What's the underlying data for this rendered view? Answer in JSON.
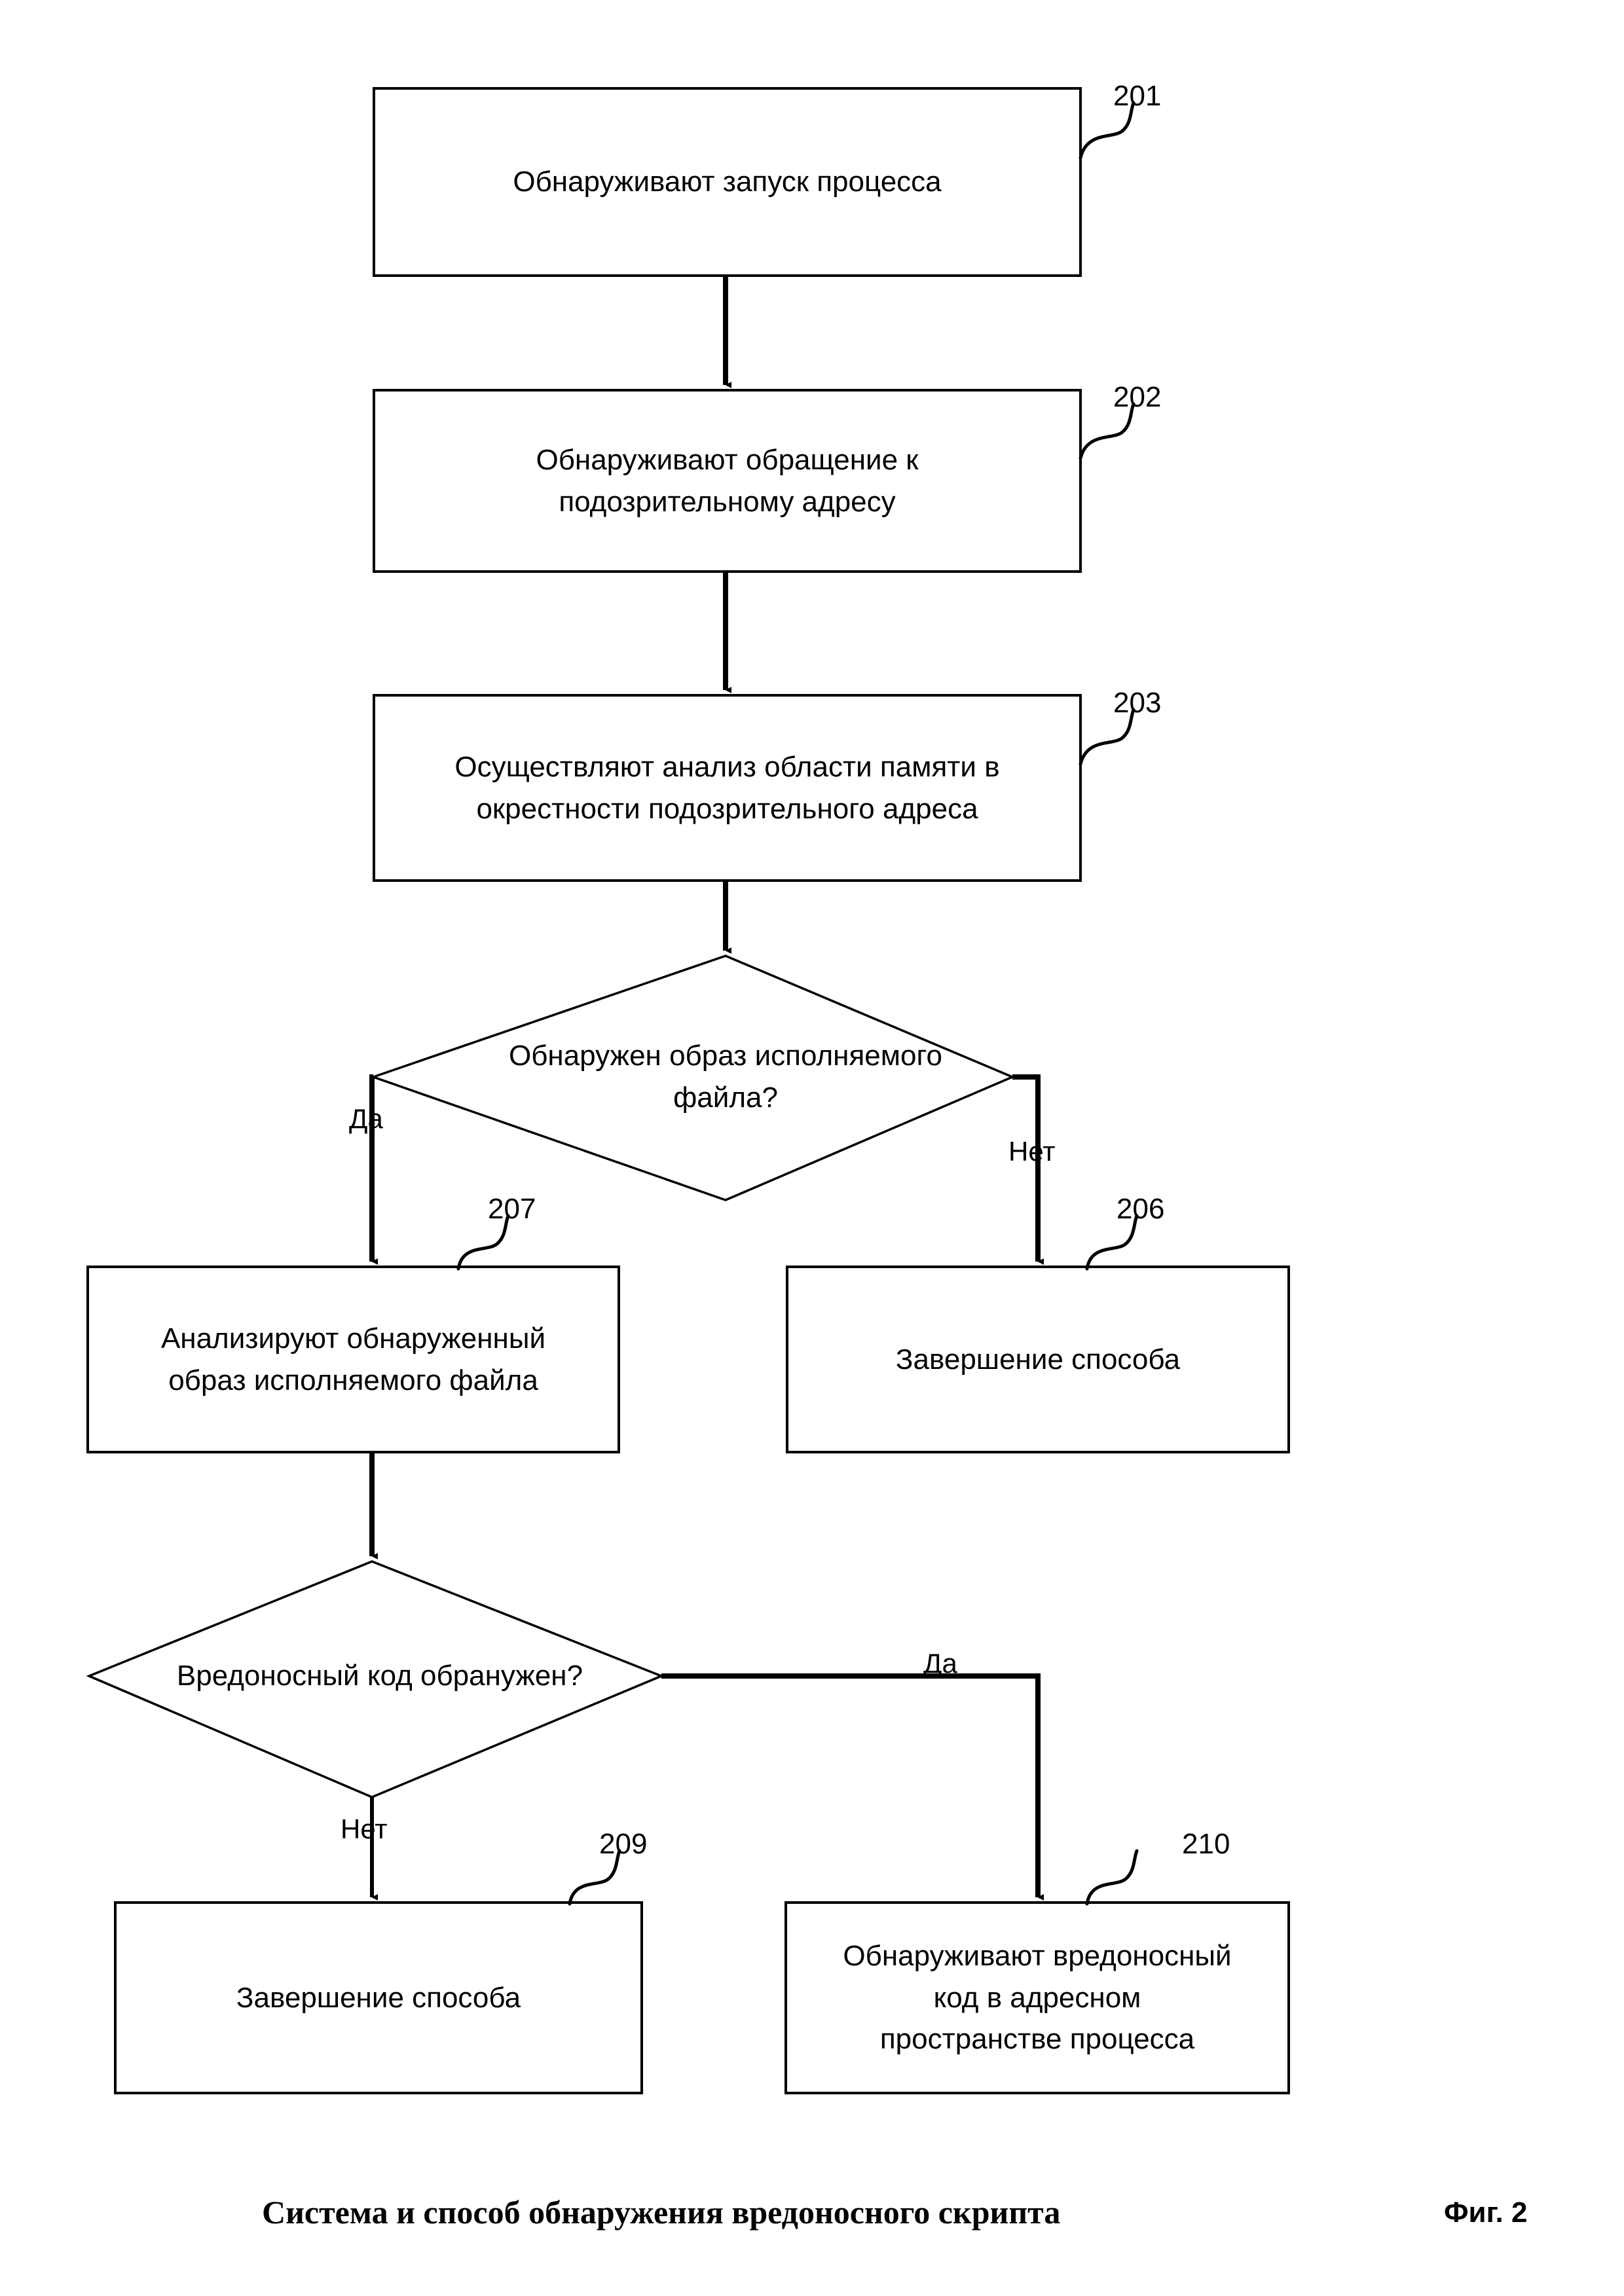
{
  "figure": {
    "caption": "Система и способ обнаружения вредоносного скрипта",
    "figure_label": "Фиг. 2",
    "line_color": "#000000",
    "background_color": "#ffffff"
  },
  "nodes": {
    "n201": {
      "ref": "201",
      "text": "Обнаруживают запуск процесса",
      "shape": "rect"
    },
    "n202": {
      "ref": "202",
      "text": "Обнаруживают обращение к\nподозрительному адресу",
      "shape": "rect"
    },
    "n203": {
      "ref": "203",
      "text": "Осуществляют анализ области памяти в\nокрестности подозрительного адреса",
      "shape": "rect"
    },
    "d204": {
      "ref": "",
      "text": "Обнаружен образ исполняемого\nфайла?",
      "shape": "diamond"
    },
    "n207": {
      "ref": "207",
      "text": "Анализируют обнаруженный\nобраз исполняемого файла",
      "shape": "rect"
    },
    "n206": {
      "ref": "206",
      "text": "Завершение способа",
      "shape": "rect"
    },
    "d208": {
      "ref": "",
      "text": "Вредоносный код обранужен?",
      "shape": "diamond"
    },
    "n209": {
      "ref": "209",
      "text": "Завершение способа",
      "shape": "rect"
    },
    "n210": {
      "ref": "210",
      "text": "Обнаруживают вредоносный\nкод в адресном\nпространстве процесса",
      "shape": "rect"
    }
  },
  "edge_labels": {
    "d204_yes": "Да",
    "d204_no": "Нет",
    "d208_yes": "Да",
    "d208_no": "Нет"
  }
}
